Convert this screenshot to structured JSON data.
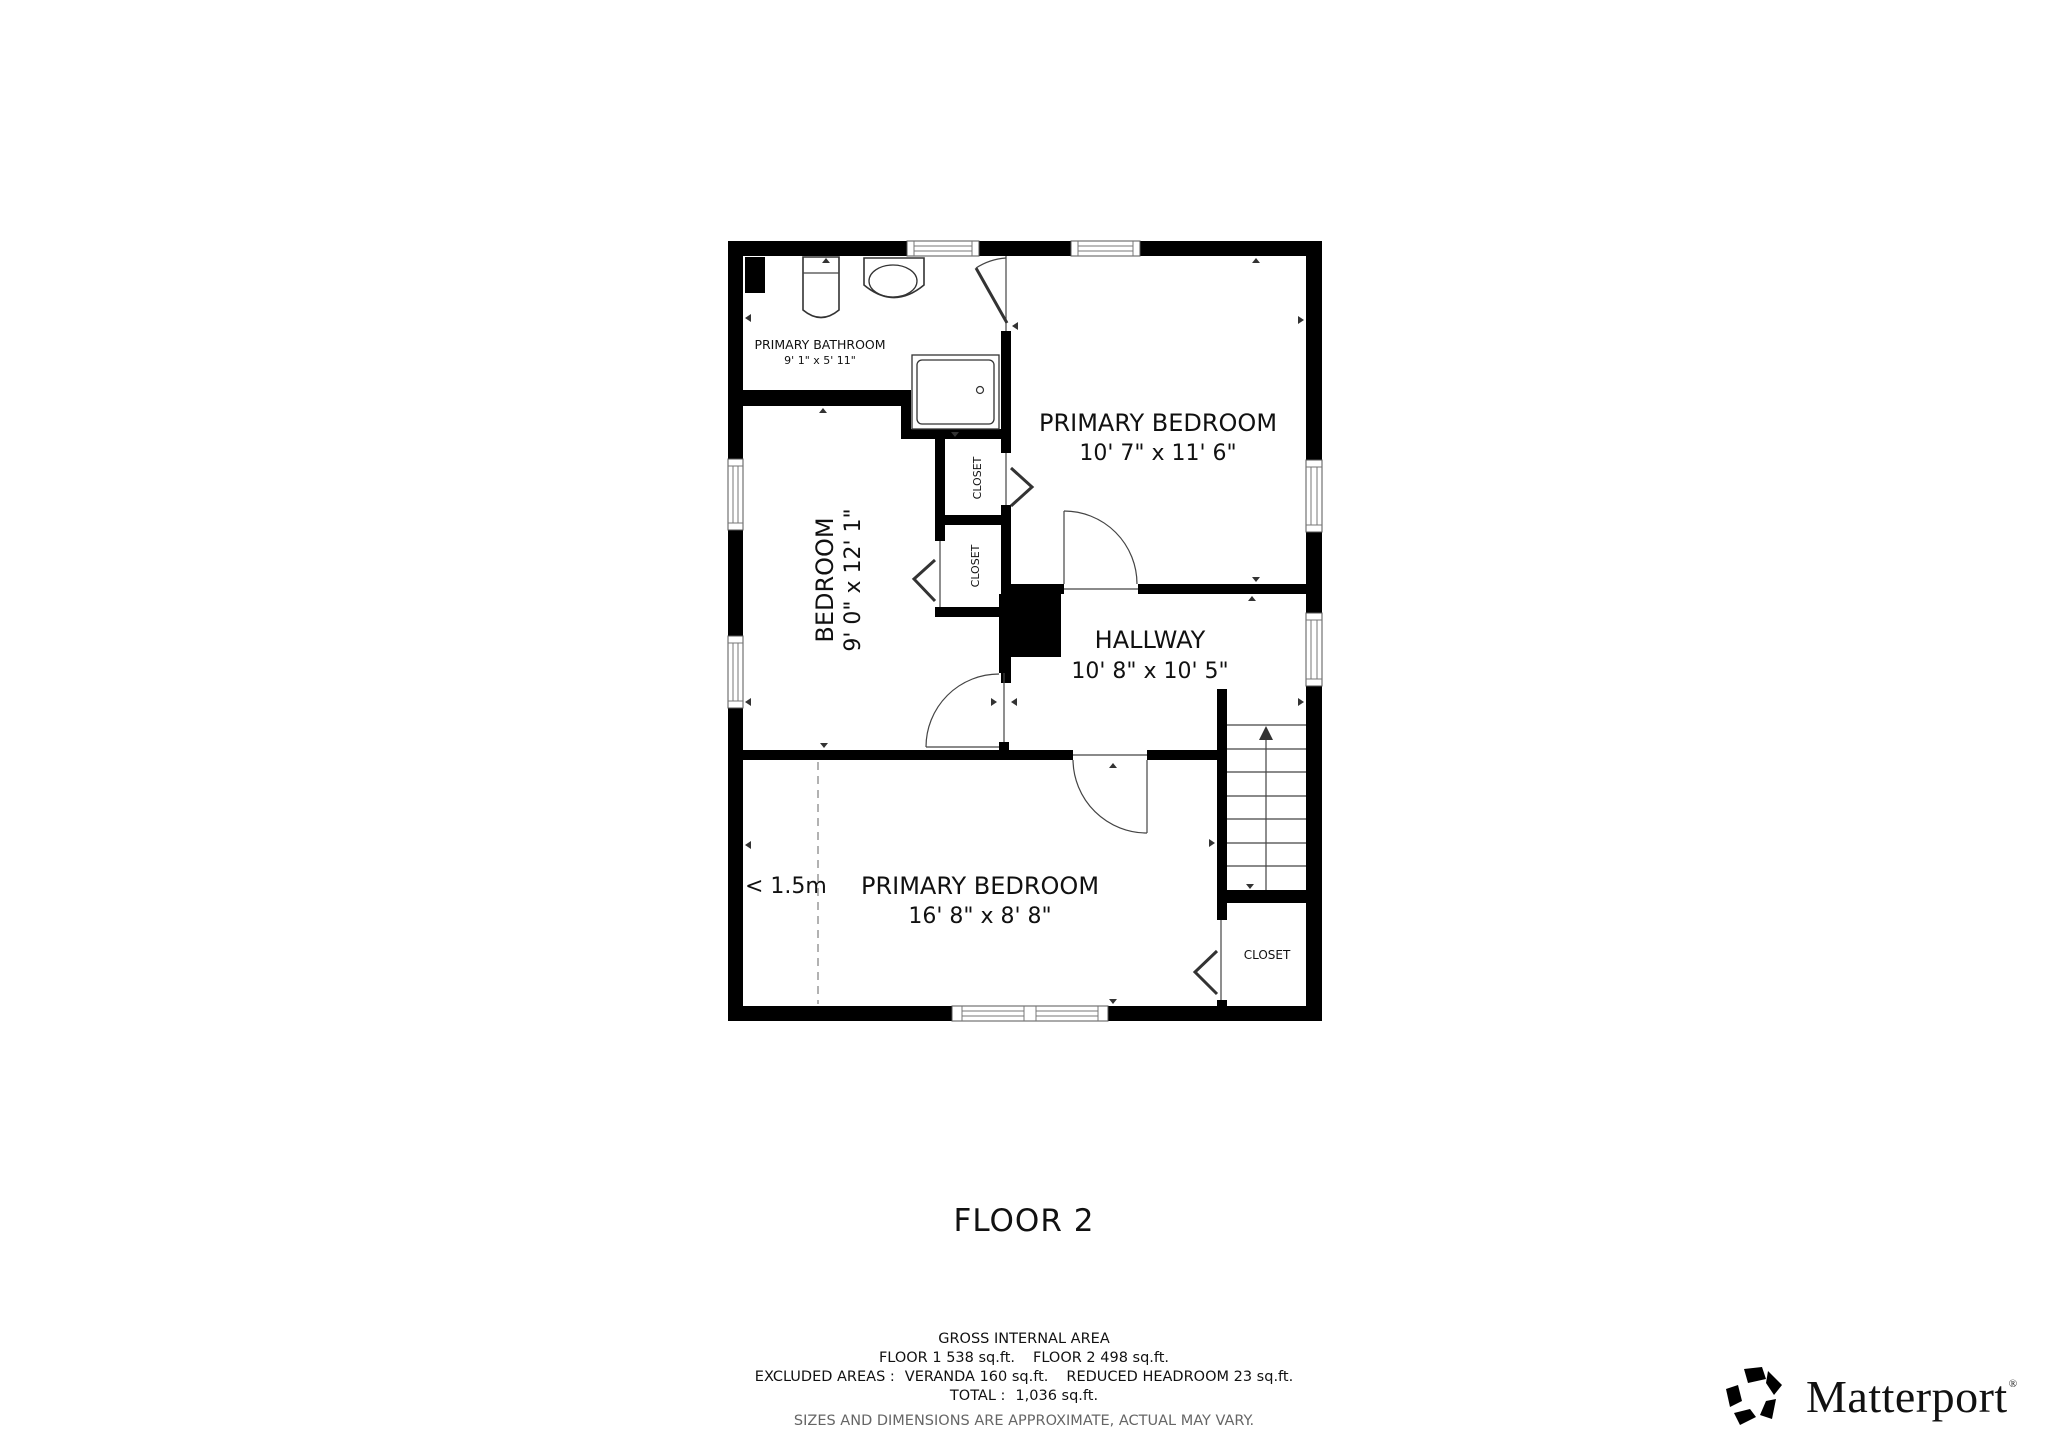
{
  "floor_plan": {
    "floor_label": "FLOOR 2",
    "rooms": [
      {
        "id": "primary-bathroom",
        "name": "PRIMARY BATHROOM",
        "dimensions": "9' 1\" x 5' 11\""
      },
      {
        "id": "primary-bedroom-upper",
        "name": "PRIMARY BEDROOM",
        "dimensions": "10' 7\" x 11' 6\""
      },
      {
        "id": "bedroom",
        "name": "BEDROOM",
        "dimensions": "9' 0\" x 12' 1\""
      },
      {
        "id": "hallway",
        "name": "HALLWAY",
        "dimensions": "10' 8\" x 10' 5\""
      },
      {
        "id": "primary-bedroom-lower",
        "name": "PRIMARY BEDROOM",
        "dimensions": "16' 8\" x 8' 8\""
      },
      {
        "id": "closet-upper",
        "name": "CLOSET"
      },
      {
        "id": "closet-middle",
        "name": "CLOSET"
      },
      {
        "id": "closet-stairs",
        "name": "CLOSET"
      }
    ],
    "reduced_headroom_note": "< 1.5m"
  },
  "area_summary": {
    "heading": "GROSS INTERNAL AREA",
    "floor1": "FLOOR 1 538 sq.ft.",
    "floor2": "FLOOR 2 498 sq.ft.",
    "excluded_label": "EXCLUDED AREAS :",
    "veranda": "VERANDA 160 sq.ft.",
    "reduced_headroom": "REDUCED HEADROOM 23 sq.ft.",
    "total_label": "TOTAL :",
    "total_value": "1,036 sq.ft.",
    "disclaimer": "SIZES AND DIMENSIONS ARE APPROXIMATE, ACTUAL MAY VARY."
  },
  "branding": {
    "wordmark": "Matterport",
    "registered": "®",
    "icon": "matterport-logo-icon"
  }
}
